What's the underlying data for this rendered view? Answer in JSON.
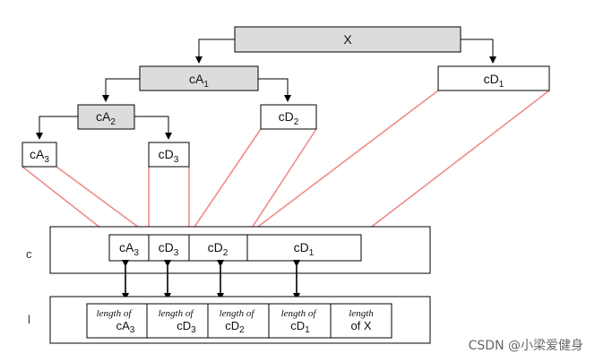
{
  "tree": {
    "root": {
      "base": "X",
      "sub": ""
    },
    "level1": [
      {
        "base": "cA",
        "sub": "1"
      },
      {
        "base": "cD",
        "sub": "1"
      }
    ],
    "level2": [
      {
        "base": "cA",
        "sub": "2"
      },
      {
        "base": "cD",
        "sub": "2"
      }
    ],
    "level3": [
      {
        "base": "cA",
        "sub": "3"
      },
      {
        "base": "cD",
        "sub": "3"
      }
    ]
  },
  "c_row": {
    "label": "c",
    "cells": [
      {
        "base": "cA",
        "sub": "3"
      },
      {
        "base": "cD",
        "sub": "3"
      },
      {
        "base": "cD",
        "sub": "2"
      },
      {
        "base": "cD",
        "sub": "1"
      }
    ]
  },
  "l_row": {
    "label": "l",
    "cells": [
      {
        "top": "length of",
        "base": "cA",
        "sub": "3"
      },
      {
        "top": "length of",
        "base": "cD",
        "sub": "3"
      },
      {
        "top": "length of",
        "base": "cD",
        "sub": "2"
      },
      {
        "top": "length of",
        "base": "cD",
        "sub": "1"
      },
      {
        "top": "length",
        "base": "of  X",
        "sub": ""
      }
    ]
  },
  "watermark": "CSDN @小梁爱健身",
  "colors": {
    "gray_fill": "#dcdcdc",
    "link_pink": "#f08a8a"
  }
}
